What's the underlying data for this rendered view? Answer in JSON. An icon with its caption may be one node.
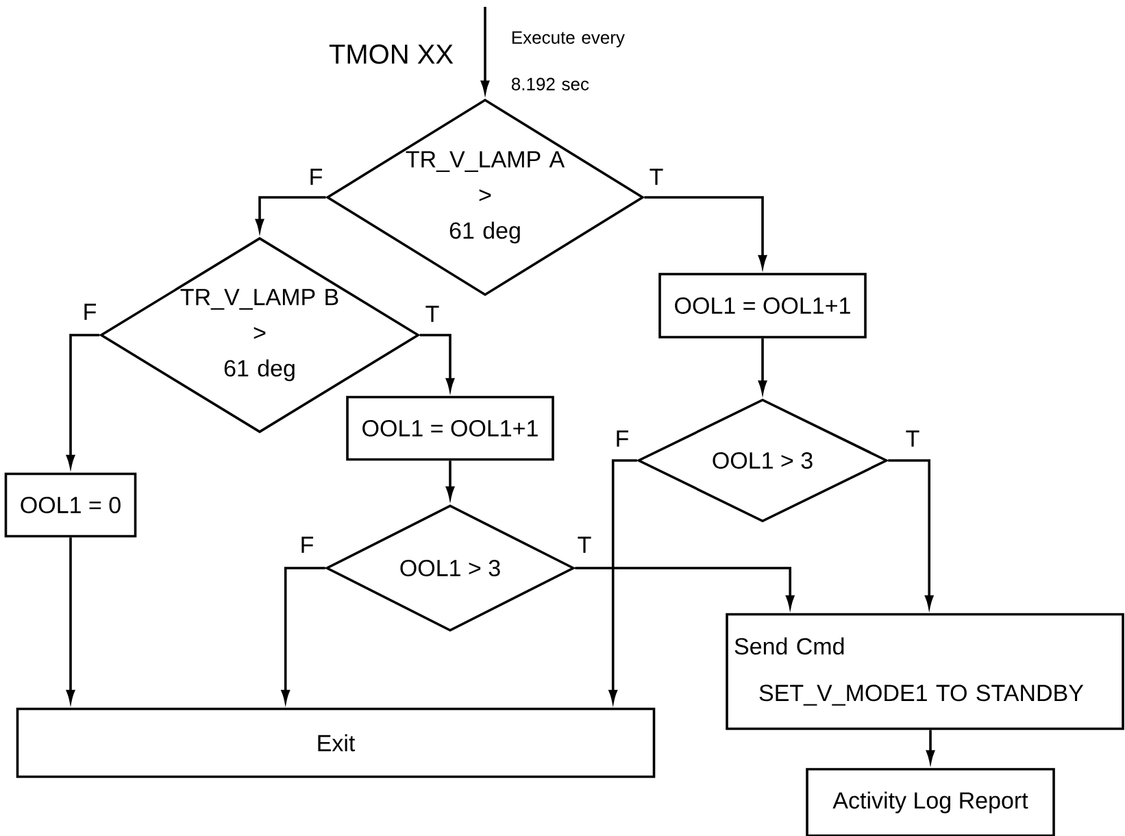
{
  "diagram": {
    "nodes": [
      {
        "text": [
          "TR_V_LAMP A > 61 deg"
        ]
      },
      {
        "text": [
          "TR_V_LAMP B > 61 deg"
        ]
      },
      {
        "text": [
          "OOL1 = OOL1+1"
        ]
      },
      {
        "text": [
          "OOL1 = OOL1+1"
        ]
      },
      {
        "text": [
          "OOL1 = 0"
        ]
      },
      {
        "text": [
          "OOL1 > 3"
        ]
      },
      {
        "text": [
          "OOL1 > 3"
        ]
      },
      {
        "text": [
          "Exit"
        ]
      },
      {
        "text": [
          "Send Cmd",
          "SET_V_MODE1 TO STANDBY"
        ]
      },
      {
        "text": [
          "Activity Log Report"
        ]
      }
    ],
    "edges": [
      {
        "from": null,
        "to": 0,
        "arrow": "to",
        "label": "Execute every 8.192 sec"
      },
      {
        "from": 0,
        "to": 1,
        "arrow": "to",
        "label": "F"
      },
      {
        "from": 0,
        "to": 2,
        "arrow": "to",
        "label": "T"
      },
      {
        "from": 1,
        "to": 4,
        "arrow": "to",
        "label": "F"
      },
      {
        "from": 1,
        "to": 3,
        "arrow": "to",
        "label": "T"
      },
      {
        "from": 2,
        "to": 5,
        "arrow": "to"
      },
      {
        "from": 3,
        "to": 6,
        "arrow": "to"
      },
      {
        "from": 4,
        "to": 7,
        "arrow": "to"
      },
      {
        "from": 6,
        "to": 7,
        "arrow": "to",
        "label": "F"
      },
      {
        "from": 6,
        "to": 8,
        "arrow": "to",
        "label": "T"
      },
      {
        "from": 5,
        "to": 7,
        "arrow": "to",
        "label": "F"
      },
      {
        "from": 5,
        "to": 8,
        "arrow": "to",
        "label": "T"
      },
      {
        "from": 8,
        "to": 9,
        "arrow": "to"
      }
    ],
    "labels": [
      "TMON XX"
    ]
  }
}
